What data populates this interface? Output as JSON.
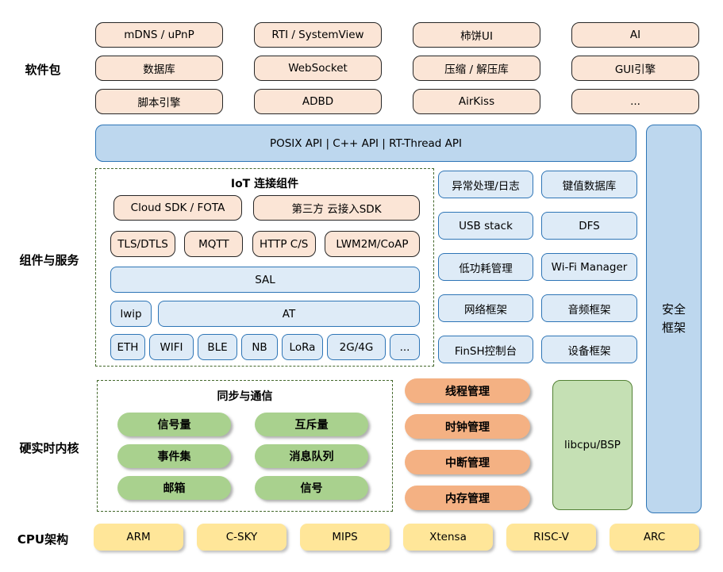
{
  "left_labels": {
    "packages": "软件包",
    "components": "组件与服务",
    "kernel": "硬实时内核",
    "cpu": "CPU架构"
  },
  "packages": {
    "rows": [
      [
        "mDNS / uPnP",
        "RTI / SystemView",
        "柿饼UI",
        "AI"
      ],
      [
        "数据库",
        "WebSocket",
        "压缩 / 解压库",
        "GUI引擎"
      ],
      [
        "脚本引擎",
        "ADBD",
        "AirKiss",
        "..."
      ]
    ]
  },
  "api_bar": {
    "label": "POSIX API  |  C++ API  |  RT-Thread API"
  },
  "security_bar": {
    "line1": "安全",
    "line2": "框架"
  },
  "iot": {
    "title": "IoT 连接组件",
    "row1": [
      "Cloud SDK / FOTA",
      "第三方 云接入SDK"
    ],
    "row2": [
      "TLS/DTLS",
      "MQTT",
      "HTTP C/S",
      "LWM2M/CoAP"
    ],
    "sal": "SAL",
    "lwip": "lwip",
    "at": "AT",
    "links": [
      "ETH",
      "WIFI",
      "BLE",
      "NB",
      "LoRa",
      "2G/4G",
      "..."
    ]
  },
  "services": {
    "grid": [
      [
        "异常处理/日志",
        "键值数据库"
      ],
      [
        "USB stack",
        "DFS"
      ],
      [
        "低功耗管理",
        "Wi-Fi Manager"
      ],
      [
        "网络框架",
        "音频框架"
      ],
      [
        "FinSH控制台",
        "设备框架"
      ]
    ]
  },
  "kernel": {
    "sync_title": "同步与通信",
    "sync_items": [
      [
        "信号量",
        "互斥量"
      ],
      [
        "事件集",
        "消息队列"
      ],
      [
        "邮箱",
        "信号"
      ]
    ],
    "managers": [
      "线程管理",
      "时钟管理",
      "中断管理",
      "内存管理"
    ],
    "libcpu": "libcpu/BSP"
  },
  "cpu_row": [
    "ARM",
    "C-SKY",
    "MIPS",
    "Xtensa",
    "RISC-V",
    "ARC"
  ],
  "colors": {
    "peach_fill": "#FBE5D6",
    "peach_border": "#262626",
    "blue_bar_fill": "#BDD7EE",
    "blue_box_fill": "#DEEBF7",
    "blue_border": "#2E75B6",
    "green_pill": "#A9D18E",
    "libcpu_fill": "#C5E0B4",
    "libcpu_border": "#538135",
    "orange_pill": "#F4B183",
    "yellow_pill": "#FFE699",
    "dashed_border": "#44682C"
  }
}
